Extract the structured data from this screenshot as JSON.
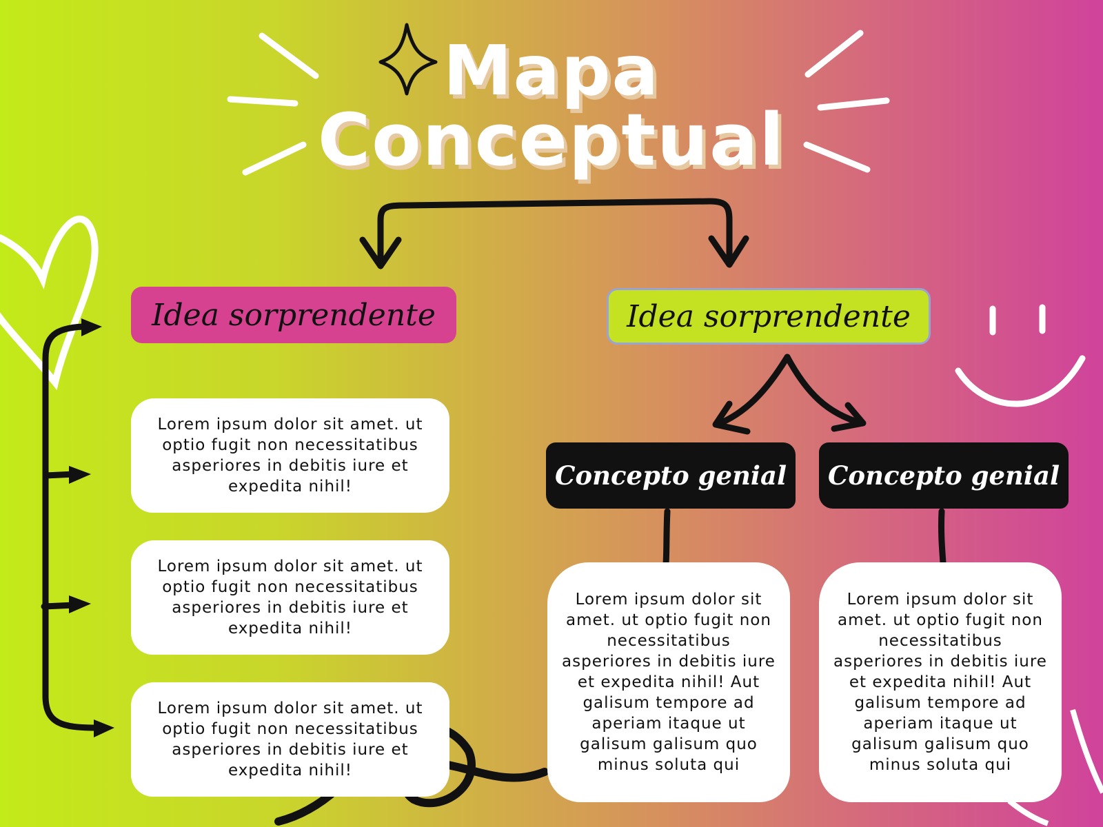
{
  "title": {
    "line1": "Mapa",
    "line2": "Conceptual"
  },
  "left_branch": {
    "idea_label": "Idea sorprendente",
    "accent": "#d6428f",
    "items": [
      "Lorem ipsum dolor sit amet. ut optio fugit non necessitatibus asperiores in debitis iure et expedita nihil!",
      "Lorem ipsum dolor sit amet. ut optio fugit non necessitatibus asperiores in debitis iure et expedita nihil!",
      "Lorem ipsum dolor sit amet. ut optio fugit non necessitatibus asperiores in debitis iure et expedita nihil!"
    ]
  },
  "right_branch": {
    "idea_label": "Idea sorprendente",
    "accent": "#c4e221",
    "concepts": [
      {
        "label": "Concepto genial",
        "text": "Lorem ipsum dolor sit amet. ut optio fugit non necessitatibus asperiores in debitis iure et expedita nihil! Aut galisum tempore ad aperiam itaque ut galisum galisum quo minus soluta qui"
      },
      {
        "label": "Concepto genial",
        "text": "Lorem ipsum dolor sit amet. ut optio fugit non necessitatibus asperiores in debitis iure et expedita nihil! Aut galisum tempore ad aperiam itaque ut galisum galisum quo minus soluta qui"
      }
    ]
  },
  "decorations": [
    "sparkle-icon",
    "heart-icon",
    "smiley-icon",
    "squiggle-icon",
    "burst-lines"
  ],
  "colors": {
    "gradient_start": "#c3ea19",
    "gradient_end": "#d0439b",
    "connector": "#111111"
  }
}
